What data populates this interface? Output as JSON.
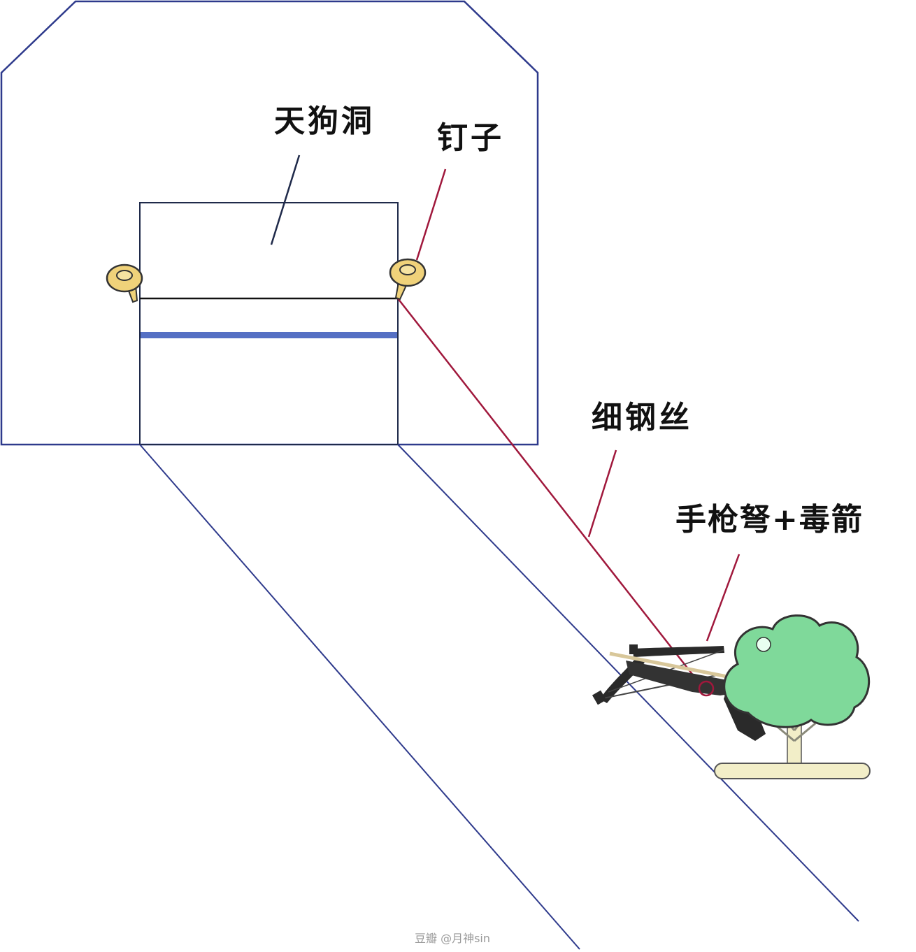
{
  "labels": {
    "tiangou_hole": "天狗洞",
    "nail": "钉子",
    "steel_wire": "细钢丝",
    "crossbow": "手枪弩+毒箭"
  },
  "watermark": "豆瓣 @月神sin",
  "colors": {
    "outline": "#2e3a8c",
    "door_outline": "#1f2a4a",
    "wire": "#a0183c",
    "blue_bar": "#5570c4",
    "nail": "#f0d27a",
    "tree": "#7fd99a",
    "trunk": "#f2eec8",
    "crossbow": "#2a2a2a"
  }
}
